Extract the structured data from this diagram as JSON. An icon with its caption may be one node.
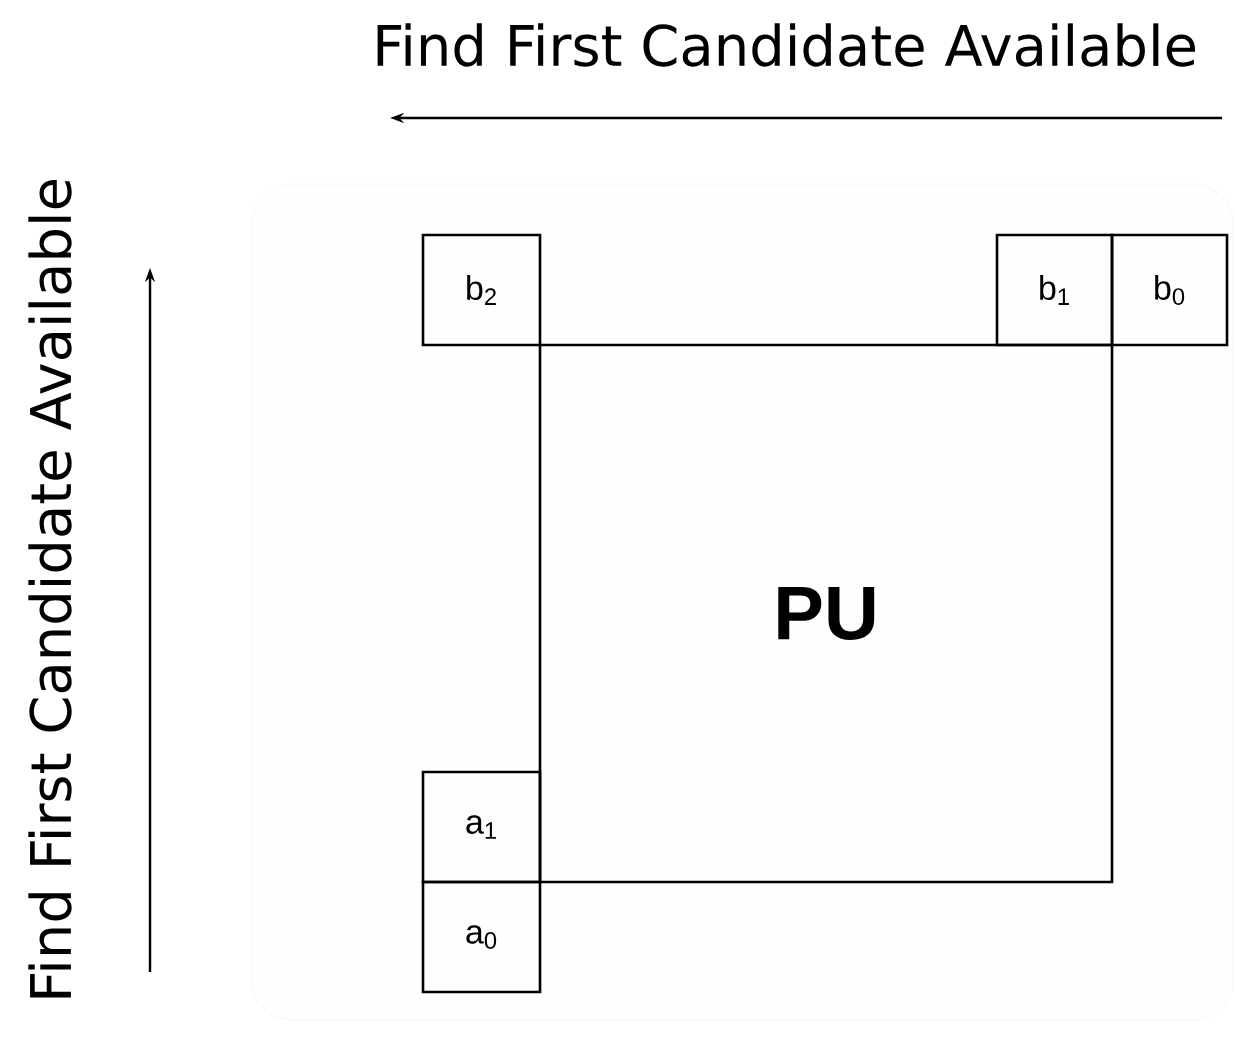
{
  "diagram": {
    "nodes": [
      {
        "text": [
          "b$_{2}$"
        ]
      },
      {
        "text": [
          "b$_{1}$"
        ]
      },
      {
        "text": [
          "b$_{0}$"
        ]
      },
      {
        "text": [
          "**PU**"
        ]
      },
      {
        "text": [
          "a$_{1}$"
        ]
      },
      {
        "text": [
          "a$_{0}$"
        ]
      }
    ],
    "labels": [
      "Find First Candidate Available",
      "Find First Candidate Available"
    ]
  }
}
